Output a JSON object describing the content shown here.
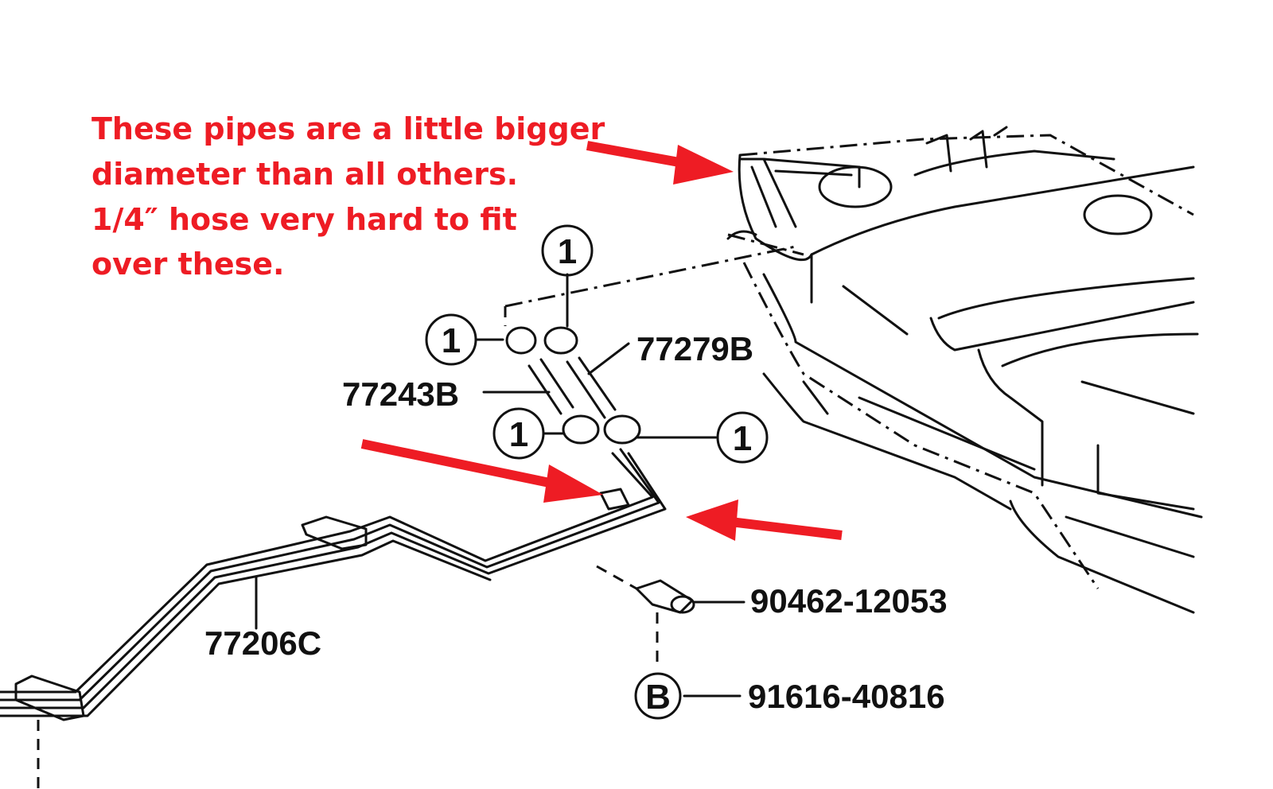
{
  "annotation": {
    "lines": [
      "These pipes are a little bigger",
      "diameter than all others.",
      "1/4″ hose very hard to fit",
      "over these."
    ],
    "color": "#ee1c24"
  },
  "callouts": {
    "clip_ref": "1",
    "bolt_ref": "B"
  },
  "parts": {
    "hose_right": "77279B",
    "hose_left": "77243B",
    "tube": "77206C",
    "clip": "90462-12053",
    "bolt": "91616-40816"
  }
}
